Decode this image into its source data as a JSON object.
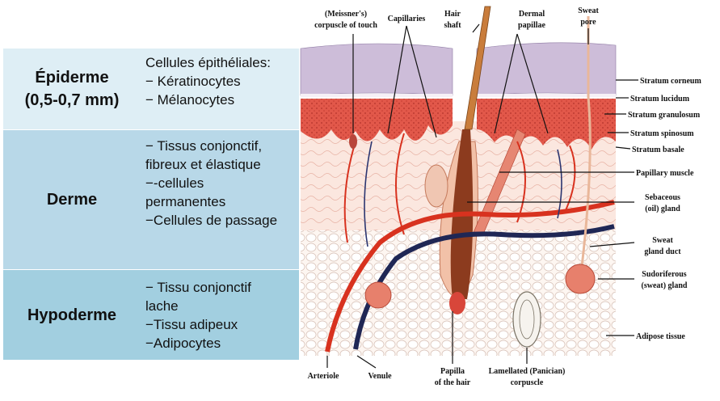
{
  "table": {
    "rows": [
      {
        "heading": [
          "Épiderme",
          "(0,5-0,7 mm)"
        ],
        "lines": [
          "Cellules épithéliales:",
          "− Kératinocytes",
          "− Mélanocytes"
        ]
      },
      {
        "heading": [
          "Derme"
        ],
        "lines": [
          "− Tissus conjonctif,",
          "fibreux et élastique",
          "−-cellules",
          "permanentes",
          "−Cellules de passage"
        ]
      },
      {
        "heading": [
          "Hypoderme"
        ],
        "lines": [
          "− Tissu conjonctif",
          "lache",
          "−Tissu adipeux",
          "−Adipocytes"
        ]
      }
    ]
  },
  "diagram": {
    "top_labels": {
      "meissner": [
        "(Meissner's)",
        "corpuscle of touch"
      ],
      "capillaries": [
        "Capillaries"
      ],
      "hair_shaft": [
        "Hair",
        "shaft"
      ],
      "dermal_papillae": [
        "Dermal",
        "papillae"
      ],
      "sweat_pore": [
        "Sweat",
        "pore"
      ]
    },
    "right_labels": {
      "stratum_corneum": [
        "Stratum corneum"
      ],
      "stratum_lucidum": [
        "Stratum lucidum"
      ],
      "stratum_granulosum": [
        "Stratum granulosum"
      ],
      "stratum_spinosum": [
        "Stratum spinosum"
      ],
      "stratum_basale": [
        "Stratum basale"
      ],
      "papillary_muscle": [
        "Papillary muscle"
      ],
      "sebaceous_gland": [
        "Sebaceous",
        "(oil) gland"
      ],
      "sweat_duct": [
        "Sweat",
        "gland duct"
      ],
      "sudoriferous_gland": [
        "Sudoriferous",
        "(sweat) gland"
      ],
      "adipose_tissue": [
        "Adipose tissue"
      ]
    },
    "bottom_labels": {
      "arteriole": [
        "Arteriole"
      ],
      "venule": [
        "Venule"
      ],
      "papilla_hair": [
        "Papilla",
        "of the hair"
      ],
      "lamellated": [
        "Lamellated (Panician)",
        "corpuscle"
      ]
    }
  }
}
